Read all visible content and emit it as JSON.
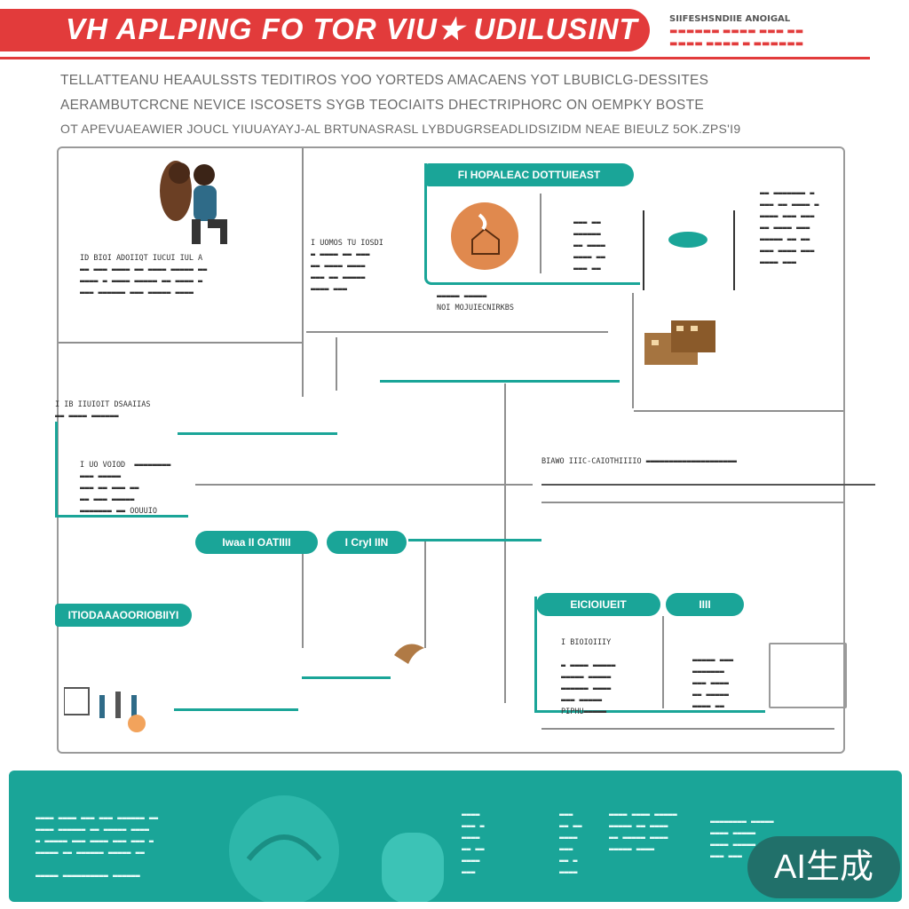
{
  "header": {
    "title": "VH APLPING FO TOR VIU★ UDILUSINT",
    "tag_lines": [
      "SIIFESHSNDIIE ANOIGAL",
      "▬▬▬▬▬▬ ▬▬▬▬ ▬▬▬ ▬▬",
      "▬▬▬▬ ▬▬▬▬ ▬ ▬▬▬▬▬▬"
    ]
  },
  "intro": {
    "line1": "TELLATTEANU HEAAULSSTS TEDITIROS YOO YORTEDS AMACAENS YOT LBUBICLG-DESSITES",
    "line2": "AERAMBUTCRCNE NEVICE ISCOSETS SYGB TEOCIAITS DHECTRIPHORC ON OEMPKY BOSTE",
    "line3": "OT APEVUAEAWIER JOUCL YIUUAYAYJ-AL BRTUNASRASL LYBDUGRSEADLIDSIZIDM NEAE BIEULZ 5OK.ZPS'I9"
  },
  "cards": {
    "top_pill": "FI HOPALEAC DOTTUIEAST",
    "left_text": "ID BIOI ADOIIQT IUCUI IUL A\n▬▬ ▬▬▬ ▬▬▬▬ ▬▬ ▬▬▬▬ ▬▬▬▬▬ ▬▬\n▬▬▬▬ ▬ ▬▬▬▬ ▬▬▬▬▬ ▬▬ ▬▬▬▬ ▬\n▬▬▬ ▬▬▬▬▬▬ ▬▬▬ ▬▬▬▬▬ ▬▬▬▬",
    "mid_text": "I UOMOS TU IOSDI\n▬ ▬▬▬▬ ▬▬ ▬▬▬\n▬▬ ▬▬▬▬ ▬▬▬▬\n▬▬▬ ▬▬ ▬▬▬▬▬\n▬▬▬▬ ▬▬▬",
    "card_text": "▬▬▬ ▬▬\n▬▬▬▬▬▬\n▬▬ ▬▬▬▬\n▬▬▬▬ ▬▬\n▬▬▬ ▬▬",
    "under_card": "▬▬▬▬▬ ▬▬▬▬▬\nNOI MOJUIECNIRKBS",
    "right_text": "▬▬ ▬▬▬▬▬▬▬ ▬\n▬▬▬ ▬▬ ▬▬▬▬ ▬\n▬▬▬▬ ▬▬▬ ▬▬▬\n▬▬ ▬▬▬▬ ▬▬▬\n▬▬▬▬▬ ▬▬ ▬▬\n▬▬▬ ▬▬▬▬ ▬▬▬\n▬▬▬▬ ▬▬▬",
    "mid_left_text": "I IB IIUIOIT DSAAIIAS\n▬▬ ▬▬▬▬ ▬▬▬▬▬▬",
    "mid_left_text2": "I UO VOIOD  ▬▬▬▬▬▬▬▬\n▬▬▬ ▬▬▬▬▬\n▬▬▬ ▬▬ ▬▬▬ ▬▬\n▬▬ ▬▬▬ ▬▬▬▬▬\n▬▬▬▬▬▬▬ ▬▬ OOUUIO",
    "pill_mid_1": "Iwaa II OATIIII",
    "pill_mid_2": "I CryI IIN",
    "pill_left": "ITIODAAAOORIOBIIYI",
    "timeline_text": "BIAWO IIIC-CAIOTHIIIIO ▬▬▬▬▬▬▬▬▬▬▬▬▬▬▬▬▬▬▬▬",
    "pill_right_1": "EICIOIUEIT",
    "pill_right_2": "IIII",
    "lower_card_text": "I BIOIOIIIY\n\n▬ ▬▬▬▬ ▬▬▬▬▬\n▬▬▬▬▬ ▬▬▬▬▬\n▬▬▬▬▬▬ ▬▬▬▬\n▬▬▬ ▬▬▬▬▬\nPIPHU▬▬▬▬▬",
    "lower_right_text": "▬▬▬▬▬ ▬▬▬\n▬▬▬▬▬▬▬\n▬▬▬ ▬▬▬▬\n▬▬ ▬▬▬▬▬\n▬▬▬▬ ▬▬"
  },
  "bottom": {
    "col1": "▬▬▬▬ ▬▬▬▬ ▬▬▬ ▬▬▬ ▬▬▬▬▬▬ ▬▬\n▬▬▬▬ ▬▬▬▬▬▬ ▬▬ ▬▬▬▬▬ ▬▬▬▬\n▬ ▬▬▬▬▬ ▬▬▬ ▬▬▬▬ ▬▬▬ ▬▬▬ ▬\n▬▬▬▬▬ ▬▬ ▬▬▬▬▬▬ ▬▬▬▬▬ ▬▬\n\n▬▬▬▬▬ ▬▬▬▬▬▬▬▬▬▬ ▬▬▬▬▬▬",
    "col2": "▬▬▬▬\n▬▬▬ ▬\n▬▬▬▬\n▬▬ ▬▬\n▬▬▬▬\n▬▬▬",
    "col3": "▬▬▬\n▬▬ ▬▬\n▬▬▬▬\n▬▬▬\n▬▬ ▬\n▬▬▬▬",
    "col4": "▬▬▬▬ ▬▬▬▬ ▬▬▬▬▬\n▬▬▬▬▬ ▬▬ ▬▬▬▬\n▬▬ ▬▬▬▬▬ ▬▬▬▬\n▬▬▬▬▬ ▬▬▬▬",
    "col5": "▬▬▬▬▬▬▬▬ ▬▬▬▬▬\n▬▬▬▬ ▬▬▬▬▬\n▬▬▬▬ ▬▬▬▬▬\n▬▬▬ ▬▬▬"
  },
  "watermark": "AI生成",
  "colors": {
    "accent_red": "#e23b3b",
    "accent_teal": "#1aa598"
  }
}
